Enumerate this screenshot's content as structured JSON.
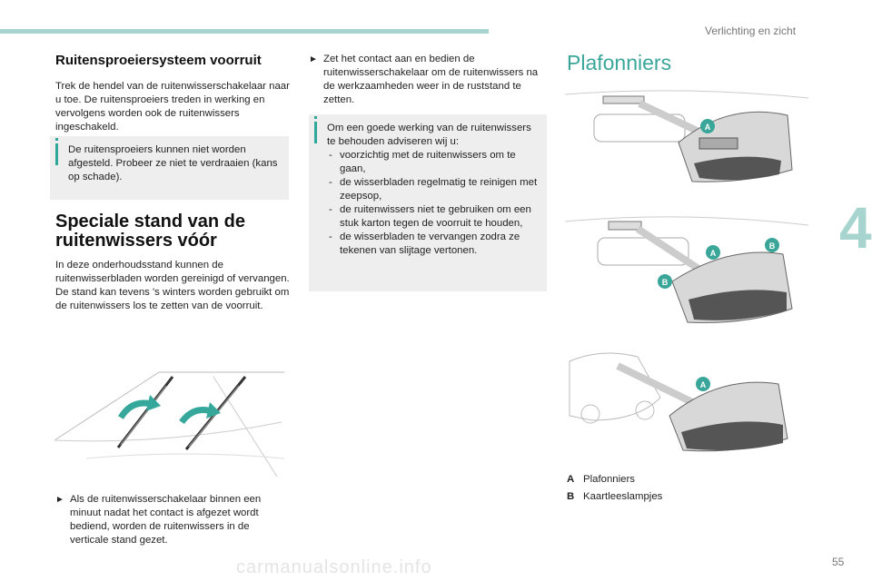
{
  "header": {
    "chapter": "Verlichting en zicht",
    "chapter_number": "4",
    "page_number": "55"
  },
  "left": {
    "heading1": "Ruitensproeiersysteem voorruit",
    "para1": "Trek de hendel van de ruitenwisserschakelaar naar u toe. De ruitensproeiers treden in werking en vervolgens worden ook de ruitenwissers ingeschakeld.",
    "info1": "De ruitensproeiers kunnen niet worden afgesteld. Probeer ze niet te verdraaien (kans op schade).",
    "heading2": "Speciale stand van de ruitenwissers vóór",
    "para2": "In deze onderhoudsstand kunnen de ruitenwisserbladen worden gereinigd of vervangen. De stand kan tevens 's winters worden gebruikt om de ruitenwissers los te zetten van de voorruit.",
    "bullet_bottom": "Als de ruitenwisserschakelaar binnen een minuut nadat het contact is afgezet wordt bediend, worden de ruitenwissers in de verticale stand gezet."
  },
  "middle": {
    "bullet_top": "Zet het contact aan en bedien de ruitenwisserschakelaar om de ruitenwissers na de werkzaamheden weer in de ruststand te zetten.",
    "info_intro": "Om een goede werking van de ruitenwissers te behouden adviseren wij u:",
    "info_items": [
      "voorzichtig met de ruitenwissers om te gaan,",
      "de wisserbladen regelmatig te reinigen met zeepsop,",
      "de ruitenwissers niet te gebruiken om een stuk karton tegen de voorruit te houden,",
      "de wisserbladen te vervangen zodra ze tekenen van slijtage vertonen."
    ]
  },
  "right": {
    "heading": "Plafonniers",
    "callout_a": "A",
    "callout_b": "B",
    "legend": [
      {
        "key": "A",
        "label": "Plafonniers"
      },
      {
        "key": "B",
        "label": "Kaartleeslampjes"
      }
    ]
  },
  "footer": {
    "watermark": "carmanualsonline.info"
  },
  "colors": {
    "accent": "#3aa69a",
    "tab": "#a8d4cf",
    "info_bg": "#eeeeee"
  },
  "icons": {
    "bullet": "triangle-bullet-icon",
    "info": "info-i-icon"
  }
}
